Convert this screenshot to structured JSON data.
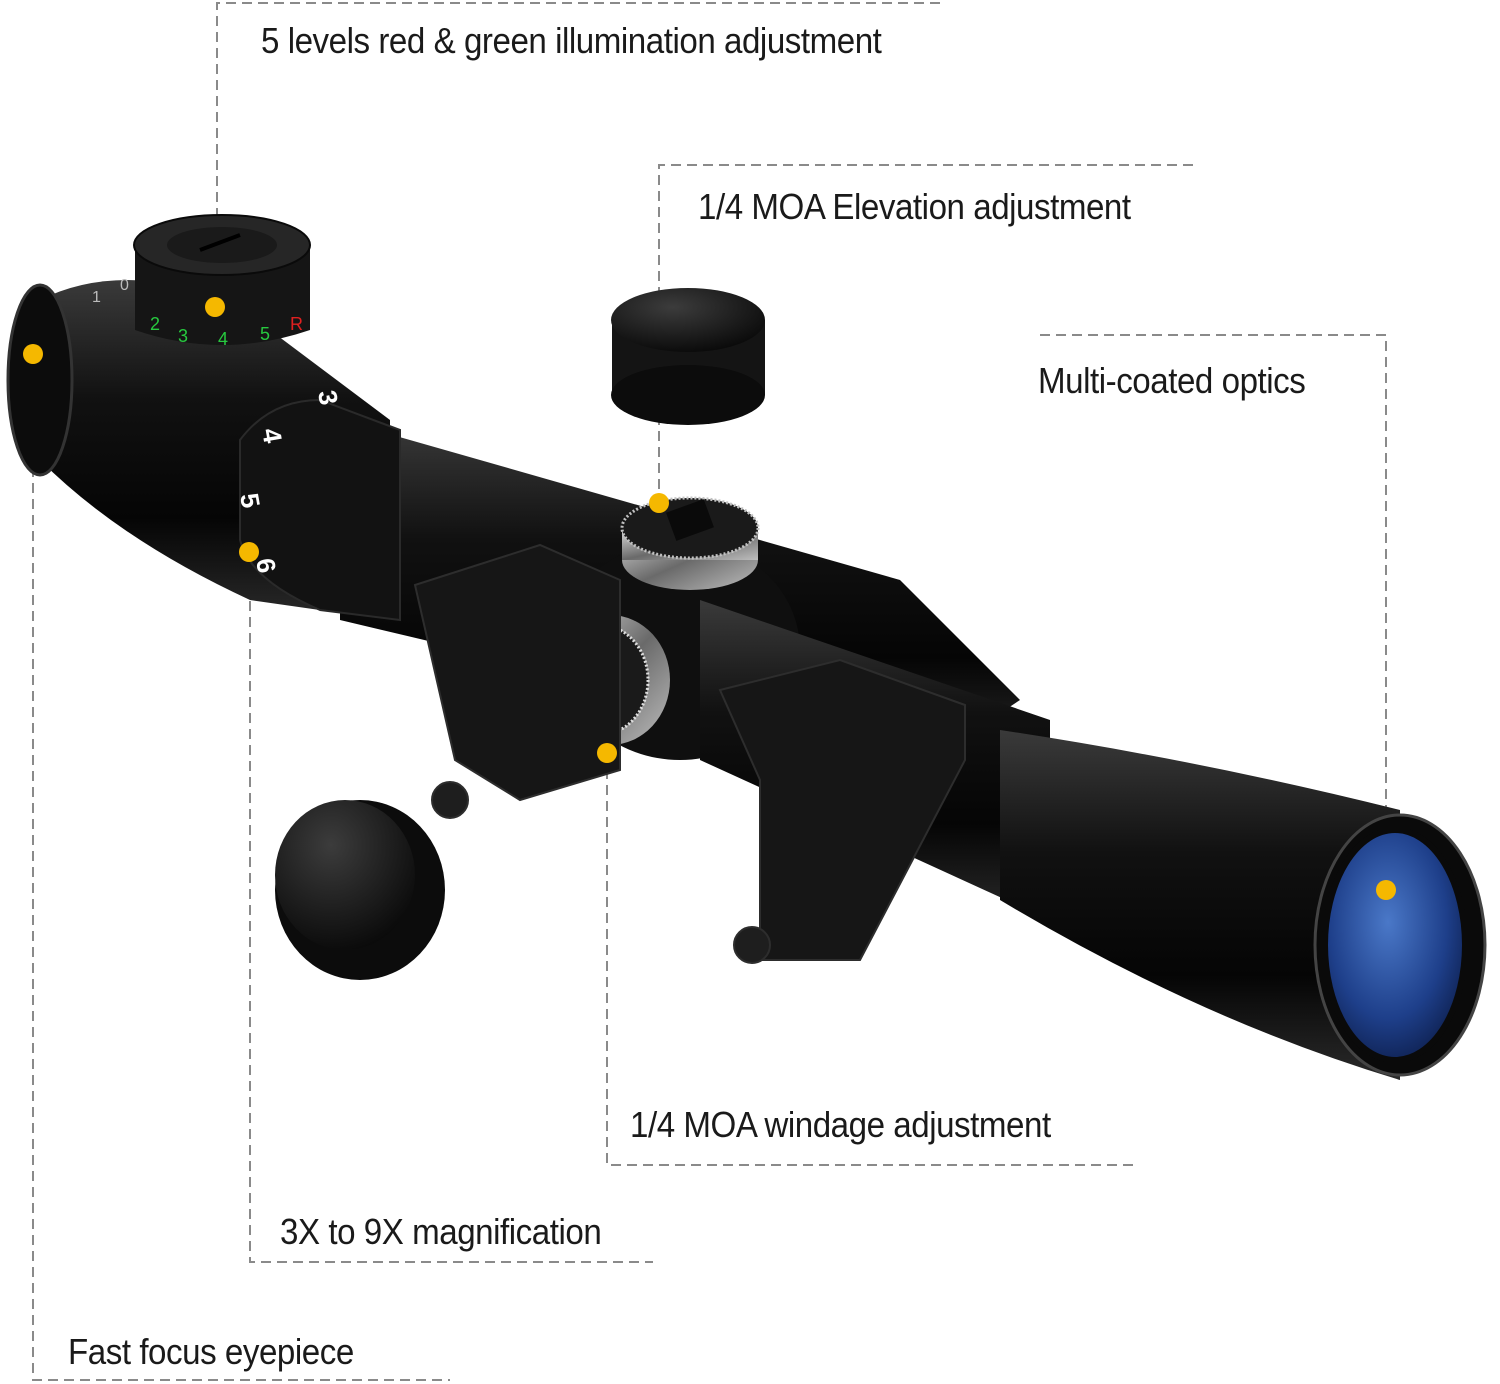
{
  "figure": {
    "subject": "3-9x riflescope with rings and lens caps",
    "marker_color": "#f5b800",
    "connector_color": "#8a8a8a",
    "lens_color": "#1e3f8a"
  },
  "callouts": [
    {
      "id": "illumination",
      "text": "5 levels red & green illumination adjustment"
    },
    {
      "id": "elevation",
      "text": "1/4 MOA Elevation adjustment"
    },
    {
      "id": "optics",
      "text": "Multi-coated optics"
    },
    {
      "id": "windage",
      "text": "1/4 MOA windage adjustment"
    },
    {
      "id": "magnification",
      "text": "3X to 9X magnification"
    },
    {
      "id": "eyepiece",
      "text": "Fast focus eyepiece"
    }
  ],
  "dials": {
    "illumination_green": [
      "2",
      "3",
      "4",
      "5"
    ],
    "illumination_red": "R",
    "eyepiece_ticks": [
      "0",
      "1"
    ],
    "power_ring": [
      "3",
      "4",
      "5",
      "6"
    ]
  }
}
